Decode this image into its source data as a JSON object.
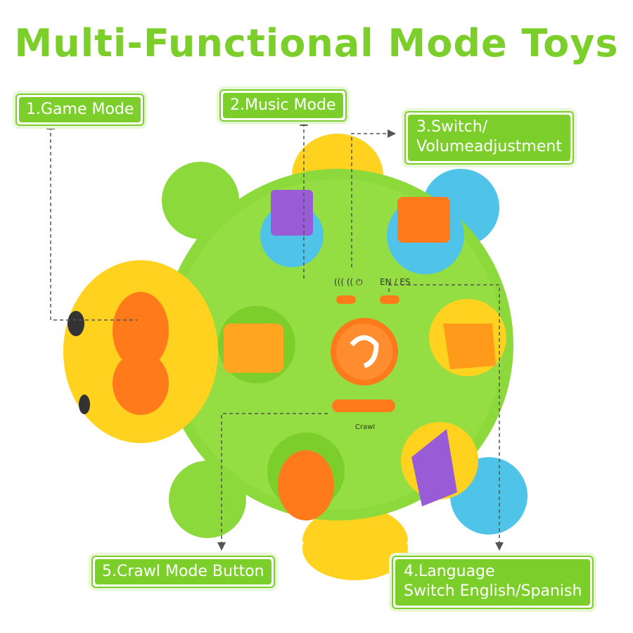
{
  "title": "Multi-Functional Mode Toys",
  "callouts": {
    "game_mode": "1.Game Mode",
    "music_mode": "2.Music Mode",
    "switch_line1": "3.Switch/",
    "switch_line2": "Volumeadjustment",
    "language_line1": "4.Language",
    "language_line2": "Switch English/Spanish",
    "crawl_mode": "5.Crawl Mode Button"
  },
  "toy_labels": {
    "volume_icons": "((( ((  ⏻",
    "language_switch": "EN / ES",
    "crawl_label": "Crawl"
  },
  "colors": {
    "accent_green": "#7ccf2b",
    "body_green": "#8bd93a",
    "orange": "#ff7a1a",
    "yellow": "#ffd21f",
    "blue": "#4fc4e8",
    "purple": "#9a5bd6"
  }
}
